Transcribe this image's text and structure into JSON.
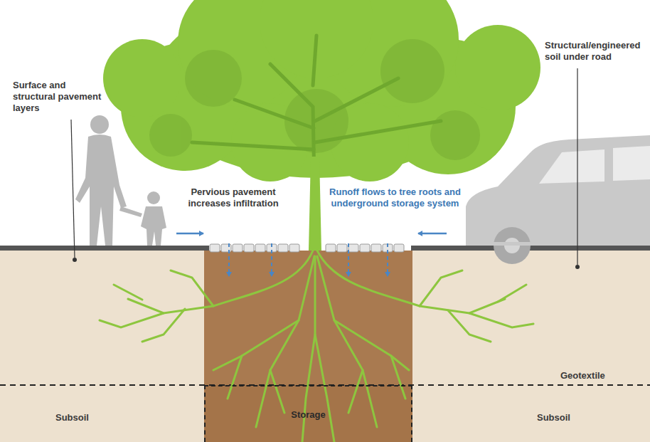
{
  "diagram": {
    "nodes": [
      {
        "text": [
          "Storage"
        ]
      }
    ],
    "labels": [
      "Surface and structural pavement layers",
      "Structural/engineered soil under road",
      "Pervious pavement increases infiltration",
      "Runoff flows to tree roots and underground storage system",
      "Geotextile",
      "Subsoil",
      "Subsoil"
    ]
  }
}
